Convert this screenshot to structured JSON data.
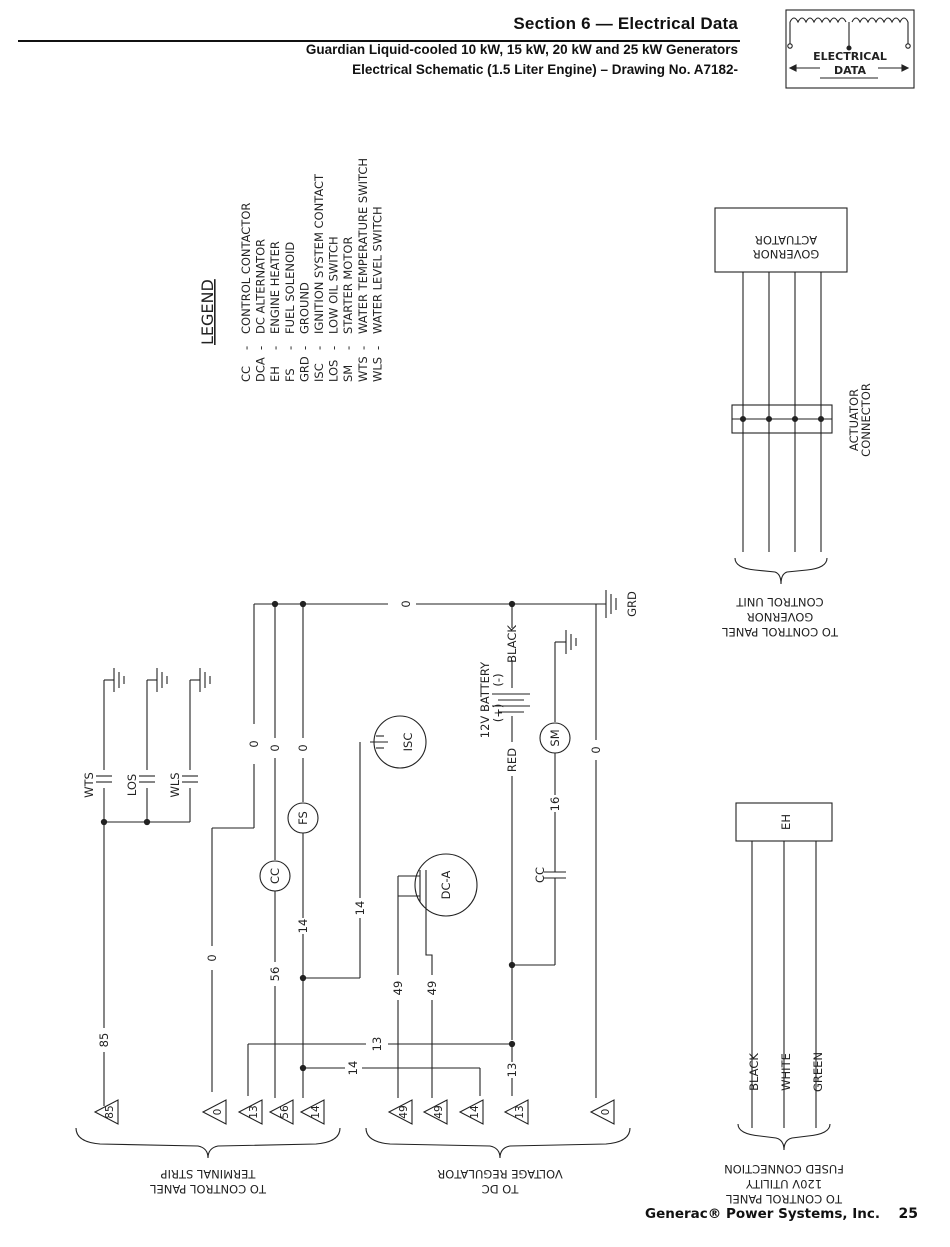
{
  "header": {
    "section_title": "Section 6 — Electrical Data",
    "subtitle_1": "Guardian Liquid-cooled 10 kW, 15 kW, 20 kW and 25 kW Generators",
    "subtitle_2": "Electrical Schematic (1.5 Liter Engine) – Drawing No. A7182-",
    "badge_line_1": "ELECTRICAL",
    "badge_line_2": "DATA"
  },
  "legend": {
    "title": "LEGEND",
    "items": [
      {
        "code": "CC",
        "desc": "CONTROL CONTACTOR"
      },
      {
        "code": "DCA",
        "desc": "DC ALTERNATOR"
      },
      {
        "code": "EH",
        "desc": "ENGINE HEATER"
      },
      {
        "code": "FS",
        "desc": "FUEL SOLENOID"
      },
      {
        "code": "GRD",
        "desc": "GROUND"
      },
      {
        "code": "ISC",
        "desc": "IGNITION SYSTEM CONTACT"
      },
      {
        "code": "LOS",
        "desc": "LOW OIL SWITCH"
      },
      {
        "code": "SM",
        "desc": "STARTER MOTOR"
      },
      {
        "code": "WTS",
        "desc": "WATER TEMPERATURE SWITCH"
      },
      {
        "code": "WLS",
        "desc": "WATER LEVEL SWITCH"
      }
    ]
  },
  "components": {
    "governor_actuator": [
      "GOVERNOR",
      "ACTUATOR"
    ],
    "actuator_connector": [
      "ACTUATOR",
      "CONNECTOR"
    ],
    "eh": "EH",
    "cc": "CC",
    "fs": "FS",
    "isc": "ISC",
    "sm": "SM",
    "dca": "DC-A",
    "battery": "12V BATTERY",
    "battery_pos": "(+)",
    "battery_neg": "(-)",
    "red": "RED",
    "black": "BLACK",
    "grd": "GRD",
    "wts": "WTS",
    "los": "LOS",
    "wls": "WLS",
    "cc_contact": "CC"
  },
  "wires": {
    "w0": "0",
    "w13": "13",
    "w14": "14",
    "w16": "16",
    "w49": "49",
    "w56": "56",
    "w85": "85",
    "black": "BLACK",
    "white": "WHITE",
    "green": "GREEN"
  },
  "terminals": {
    "strip_1": [
      "85",
      "0",
      "13",
      "56",
      "14"
    ],
    "strip_2": [
      "49",
      "49",
      "14",
      "13",
      "0"
    ]
  },
  "brackets": {
    "governor": [
      "TO CONTROL PANEL",
      "GOVERNOR",
      "CONTROL UNIT"
    ],
    "terminal_strip": [
      "TO CONTROL PANEL",
      "TERMINAL STRIP"
    ],
    "voltage_regulator": [
      "TO DC",
      "VOLTAGE REGULATOR"
    ],
    "fused": [
      "TO CONTROL PANEL",
      "120V UTILITY",
      "FUSED CONNECTION"
    ]
  },
  "footer": {
    "company": "Generac® Power Systems, Inc.",
    "page": "25"
  }
}
